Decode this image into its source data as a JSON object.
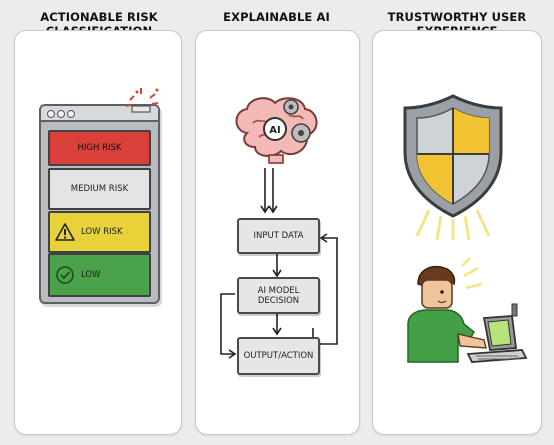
{
  "columns": [
    {
      "title_line1": "ACTIONABLE RISK",
      "title_line2": "CLASSIFICATION"
    },
    {
      "title_line1": "EXPLAINABLE AI",
      "title_line2": ""
    },
    {
      "title_line1": "TRUSTWORTHY USER",
      "title_line2": "EXPERIENCE"
    }
  ],
  "risk_levels": [
    {
      "label": "HIGH RISK",
      "color": "#d9403a"
    },
    {
      "label": "MEDIUM RISK",
      "color": "#e4e4e4"
    },
    {
      "label": "LOW RISK",
      "color": "#e7d23a",
      "icon": "warning-icon"
    },
    {
      "label": "LOW",
      "color": "#4aa34a",
      "icon": "check-circle-icon"
    }
  ],
  "brain": {
    "label": "AI",
    "icon": "brain-gears-icon"
  },
  "flow": {
    "input": "INPUT DATA",
    "decision_line1": "AI MODEL",
    "decision_line2": "DECISION",
    "output": "OUTPUT/ACTION"
  },
  "trust": {
    "shield_icon": "shield-icon",
    "user_icon": "user-at-laptop-icon"
  }
}
